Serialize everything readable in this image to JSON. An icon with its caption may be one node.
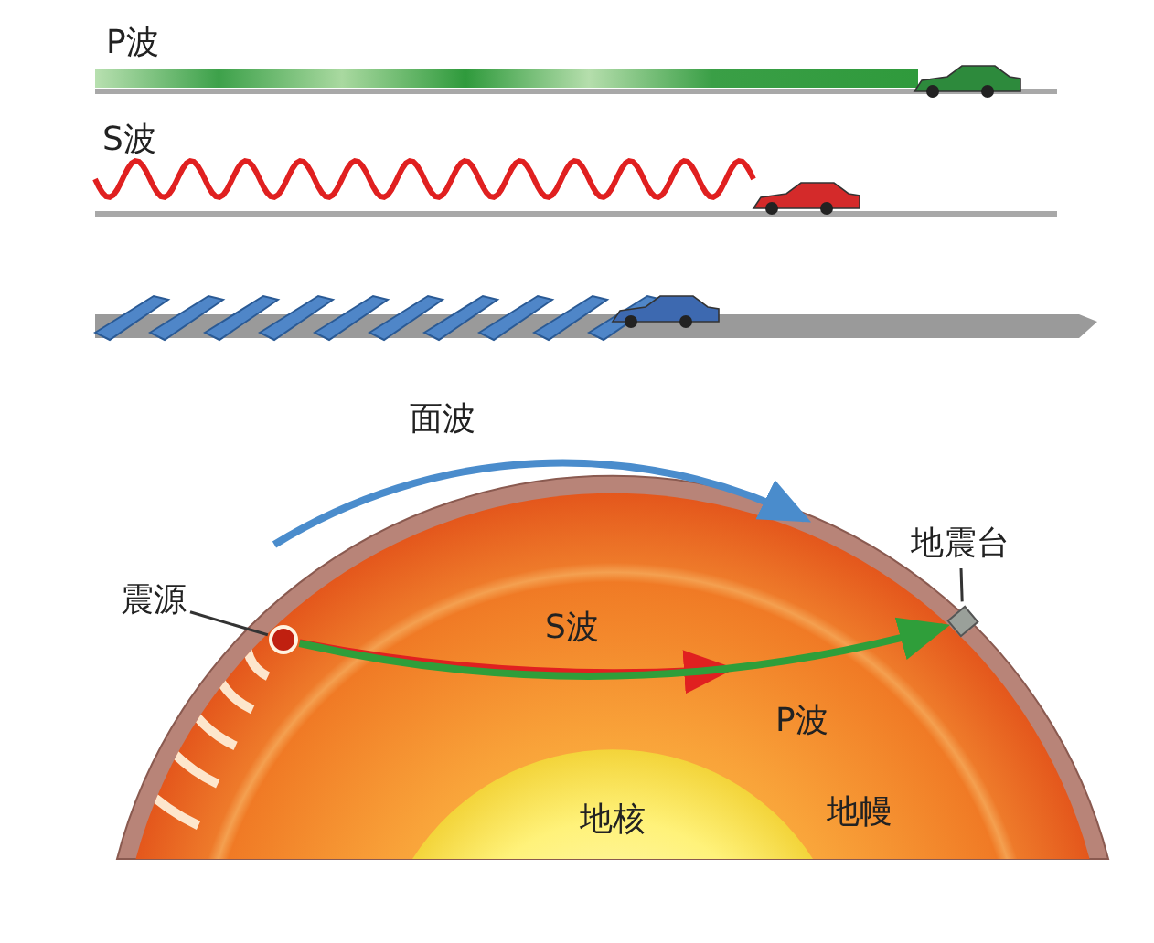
{
  "diagram": {
    "nodes": [
      {
        "text": [
          "震源"
        ]
      },
      {
        "text": [],
        "shape": "circle",
        "in": 4
      },
      {
        "text": [
          "地震台"
        ]
      },
      {
        "text": [],
        "shape": "box"
      },
      {
        "text": [
          "地幔"
        ]
      },
      {
        "text": [
          "地核"
        ],
        "in": 4
      }
    ],
    "edges": [
      {
        "from": 0,
        "to": 1,
        "arrow": "none"
      },
      {
        "from": 1,
        "to": null,
        "arrow": "to",
        "label": "S波",
        "style": "thick",
        "color": "#e02020"
      },
      {
        "from": 1,
        "to": 3,
        "arrow": "to",
        "label": "P波",
        "style": "thick",
        "color": "#2f9e3a"
      },
      {
        "from": 2,
        "to": 3,
        "arrow": "none"
      }
    ],
    "labels": [
      "P波",
      "S波",
      "面波"
    ]
  }
}
